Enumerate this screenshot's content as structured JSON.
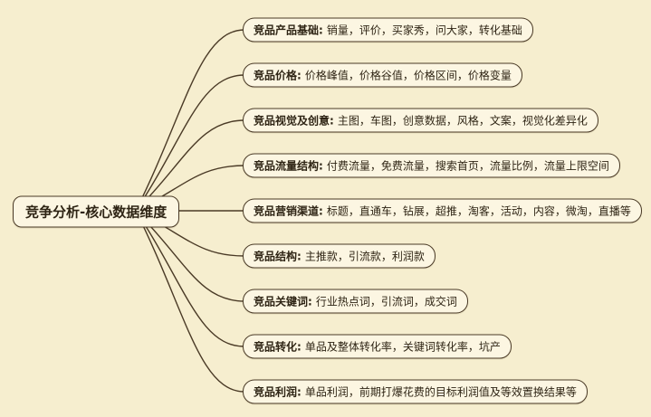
{
  "colors": {
    "background": "#f6eecf",
    "node_background": "#fcf6e2",
    "node_border": "#4a3a26",
    "line": "#4a3a26",
    "text": "#2e2414"
  },
  "root": {
    "label": "竞争分析-核心数据维度"
  },
  "branches": [
    {
      "name": "product-basics",
      "title": "竞品产品基础:",
      "detail": "销量，评价，买家秀，问大家，转化基础"
    },
    {
      "name": "price",
      "title": "竞品价格:",
      "detail": "价格峰值，价格谷值，价格区间，价格变量"
    },
    {
      "name": "visual-creative",
      "title": "竞品视觉及创意:",
      "detail": "主图，车图，创意数据，风格，文案，视觉化差异化"
    },
    {
      "name": "traffic-structure",
      "title": "竞品流量结构:",
      "detail": "付费流量，免费流量，搜索首页，流量比例，流量上限空间"
    },
    {
      "name": "marketing-channels",
      "title": "竞品营销渠道:",
      "detail": "标题，直通车，钻展，超推，淘客，活动，内容，微淘，直播等"
    },
    {
      "name": "structure",
      "title": "竞品结构:",
      "detail": "主推款，引流款，利润款"
    },
    {
      "name": "keywords",
      "title": "竞品关键词:",
      "detail": "行业热点词，引流词，成交词"
    },
    {
      "name": "conversion",
      "title": "竞品转化:",
      "detail": "单品及整体转化率，关键词转化率，坑产"
    },
    {
      "name": "profit",
      "title": "竞品利润:",
      "detail": "单品利润，前期打爆花费的目标利润值及等效置换结果等"
    }
  ]
}
